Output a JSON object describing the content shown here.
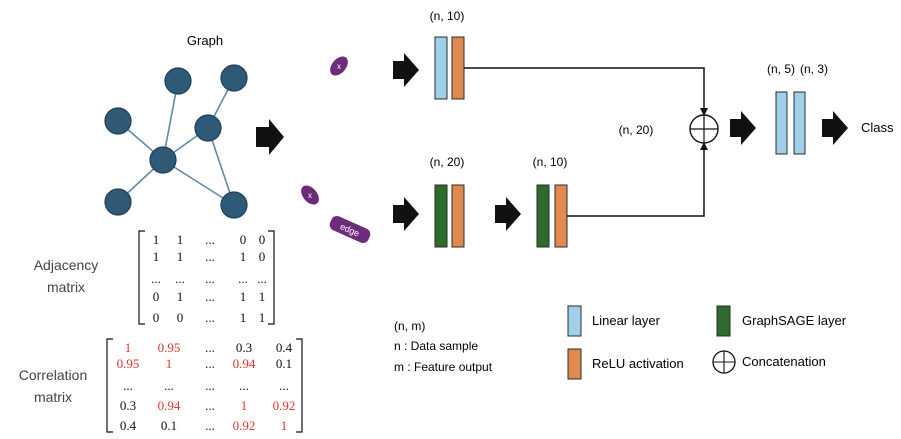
{
  "graph_title": "Graph",
  "inputs": {
    "x_top": "x",
    "x_bottom": "x",
    "edge": "edge"
  },
  "shape_labels": {
    "top_block": "(n, 10)",
    "mid_block1": "(n, 20)",
    "mid_block2": "(n, 10)",
    "concat": "(n, 20)",
    "final1": "(n, 5)",
    "final2": "(n, 3)"
  },
  "output_label": "Class",
  "adjacency": {
    "label_line1": "Adjacency",
    "label_line2": "matrix",
    "rows": [
      [
        "1",
        "1",
        "...",
        "0",
        "0"
      ],
      [
        "1",
        "1",
        "...",
        "1",
        "0"
      ],
      [
        "...",
        "...",
        "...",
        "...",
        "..."
      ],
      [
        "0",
        "1",
        "...",
        "1",
        "1"
      ],
      [
        "0",
        "0",
        "...",
        "1",
        "1"
      ]
    ]
  },
  "correlation": {
    "label_line1": "Correlation",
    "label_line2": "matrix",
    "rows": [
      [
        "1",
        "0.95",
        "...",
        "0.3",
        "0.4"
      ],
      [
        "0.95",
        "1",
        "...",
        "0.94",
        "0.1"
      ],
      [
        "...",
        "...",
        "...",
        "...",
        "..."
      ],
      [
        "0.3",
        "0.94",
        "...",
        "1",
        "0.92"
      ],
      [
        "0.4",
        "0.1",
        "...",
        "0.92",
        "1"
      ]
    ],
    "red_cells": [
      [
        0,
        0
      ],
      [
        0,
        1
      ],
      [
        1,
        0
      ],
      [
        1,
        1
      ],
      [
        1,
        3
      ],
      [
        3,
        1
      ],
      [
        3,
        3
      ],
      [
        3,
        4
      ],
      [
        4,
        3
      ],
      [
        4,
        4
      ]
    ]
  },
  "notation": {
    "line1": "(n, m)",
    "line2": "n : Data sample",
    "line3": "m : Feature output"
  },
  "legend": {
    "linear": "Linear layer",
    "relu": "ReLU activation",
    "graphsage": "GraphSAGE layer",
    "concat": "Concatenation"
  },
  "colors": {
    "node": "#2e5a78",
    "node_stroke": "#1f3f57",
    "edge_line": "#5f8aa6",
    "linear": "#9fcfe9",
    "relu": "#e08a4f",
    "graphsage": "#2e6b2f",
    "input_pill": "#6b2c7a",
    "red_value": "#e0332c",
    "text": "#111111"
  }
}
